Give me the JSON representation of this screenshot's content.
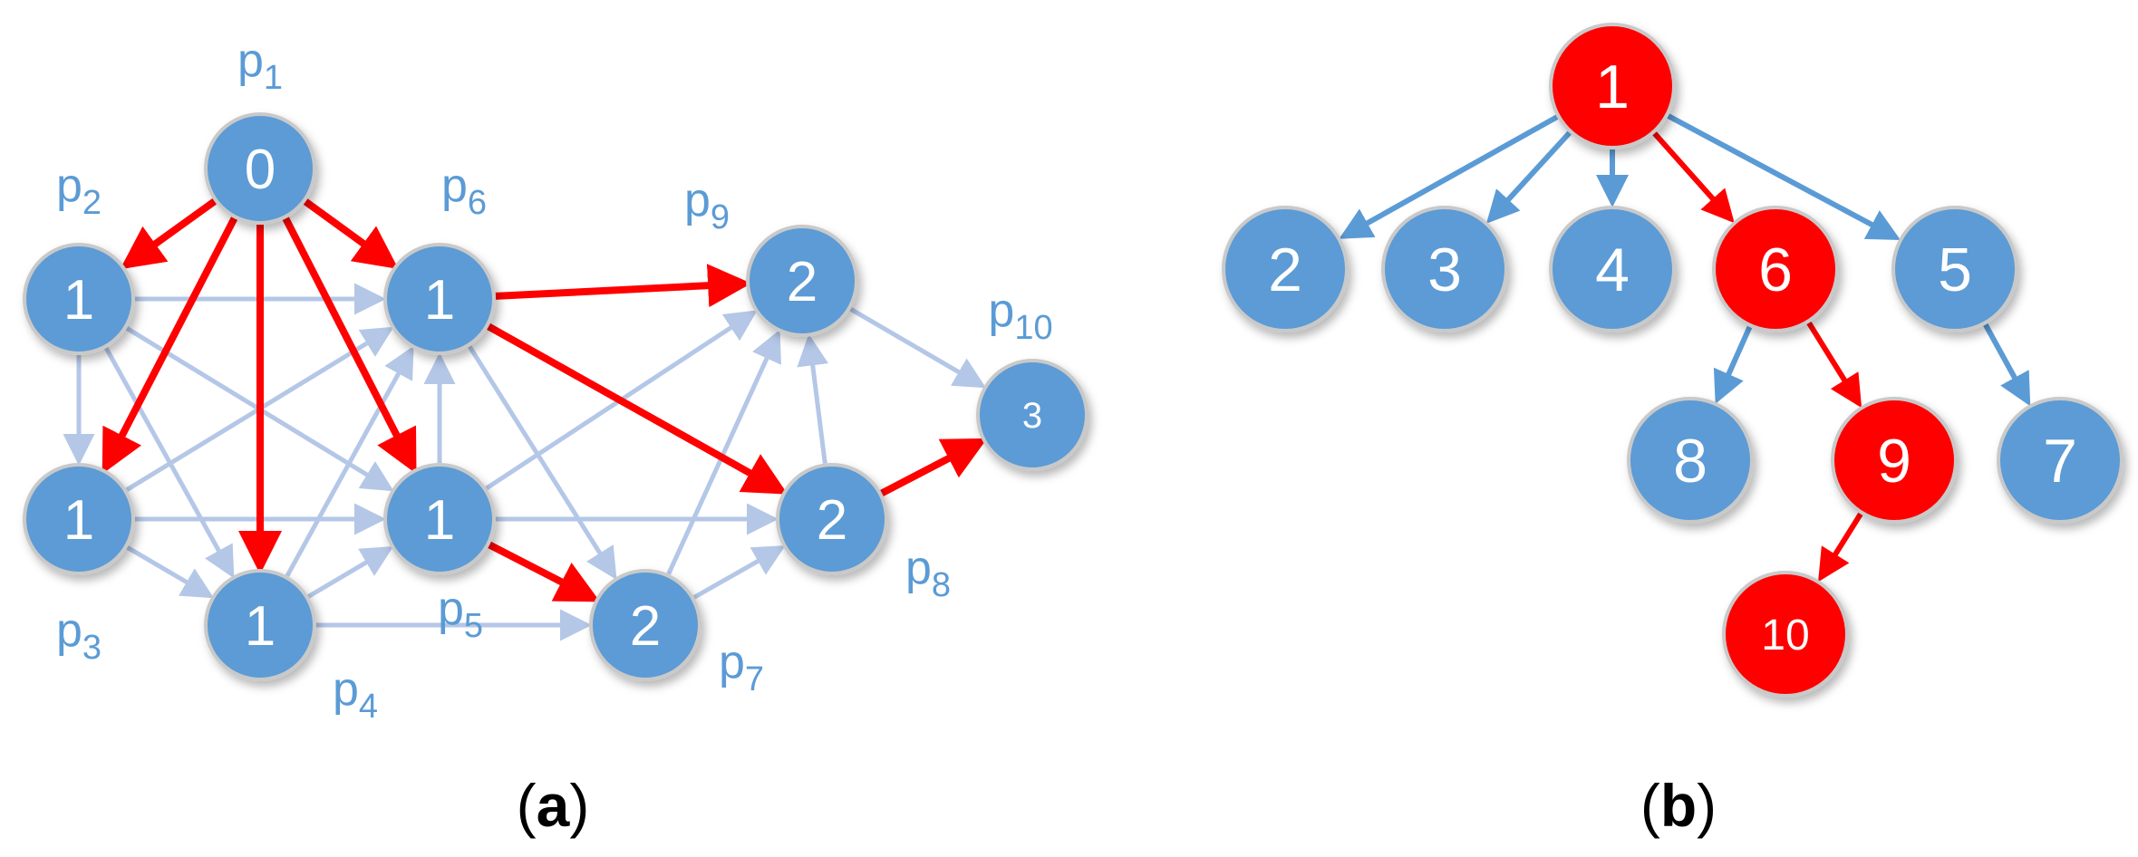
{
  "colors": {
    "node_blue": "#5b9bd5",
    "node_red": "#ff0000",
    "edge_light": "#b4c7e7",
    "edge_red": "#ff0000",
    "edge_blue": "#5b9bd5",
    "label_text": "#5b9bd5",
    "node_stroke": "#c9c9c9"
  },
  "panel_a": {
    "caption_open": "(",
    "caption_letter": "a",
    "caption_close": ")",
    "nodes": [
      {
        "id": "p1",
        "value": "0",
        "label": "p",
        "sub": "1"
      },
      {
        "id": "p2",
        "value": "1",
        "label": "p",
        "sub": "2"
      },
      {
        "id": "p3",
        "value": "1",
        "label": "p",
        "sub": "3"
      },
      {
        "id": "p4",
        "value": "1",
        "label": "p",
        "sub": "4"
      },
      {
        "id": "p5",
        "value": "1",
        "label": "p",
        "sub": "5"
      },
      {
        "id": "p6",
        "value": "1",
        "label": "p",
        "sub": "6"
      },
      {
        "id": "p7",
        "value": "2",
        "label": "p",
        "sub": "7"
      },
      {
        "id": "p8",
        "value": "2",
        "label": "p",
        "sub": "8"
      },
      {
        "id": "p9",
        "value": "2",
        "label": "p",
        "sub": "9"
      },
      {
        "id": "p10",
        "value": "3",
        "label": "p",
        "sub": "10"
      }
    ],
    "edges": [
      {
        "from": "p1",
        "to": "p2",
        "highlight": true
      },
      {
        "from": "p1",
        "to": "p6",
        "highlight": true
      },
      {
        "from": "p1",
        "to": "p3",
        "highlight": true
      },
      {
        "from": "p1",
        "to": "p4",
        "highlight": true
      },
      {
        "from": "p1",
        "to": "p5",
        "highlight": true
      },
      {
        "from": "p6",
        "to": "p9",
        "highlight": true
      },
      {
        "from": "p6",
        "to": "p8",
        "highlight": true
      },
      {
        "from": "p8",
        "to": "p10",
        "highlight": true
      },
      {
        "from": "p5",
        "to": "p7",
        "highlight": true
      },
      {
        "from": "p2",
        "to": "p6",
        "highlight": false
      },
      {
        "from": "p2",
        "to": "p3",
        "highlight": false
      },
      {
        "from": "p2",
        "to": "p4",
        "highlight": false
      },
      {
        "from": "p2",
        "to": "p5",
        "highlight": false
      },
      {
        "from": "p3",
        "to": "p6",
        "highlight": false
      },
      {
        "from": "p3",
        "to": "p5",
        "highlight": false
      },
      {
        "from": "p3",
        "to": "p4",
        "highlight": false
      },
      {
        "from": "p4",
        "to": "p6",
        "highlight": false
      },
      {
        "from": "p4",
        "to": "p5",
        "highlight": false
      },
      {
        "from": "p4",
        "to": "p7",
        "highlight": false
      },
      {
        "from": "p5",
        "to": "p6",
        "highlight": false
      },
      {
        "from": "p5",
        "to": "p9",
        "highlight": false
      },
      {
        "from": "p5",
        "to": "p8",
        "highlight": false
      },
      {
        "from": "p6",
        "to": "p7",
        "highlight": false
      },
      {
        "from": "p7",
        "to": "p9",
        "highlight": false
      },
      {
        "from": "p7",
        "to": "p8",
        "highlight": false
      },
      {
        "from": "p8",
        "to": "p9",
        "highlight": false
      },
      {
        "from": "p9",
        "to": "p10",
        "highlight": false
      }
    ]
  },
  "panel_b": {
    "caption_open": "(",
    "caption_letter": "b",
    "caption_close": ")",
    "nodes": [
      {
        "id": "t1",
        "value": "1",
        "highlight": true
      },
      {
        "id": "t2",
        "value": "2",
        "highlight": false
      },
      {
        "id": "t3",
        "value": "3",
        "highlight": false
      },
      {
        "id": "t4",
        "value": "4",
        "highlight": false
      },
      {
        "id": "t6",
        "value": "6",
        "highlight": true
      },
      {
        "id": "t5",
        "value": "5",
        "highlight": false
      },
      {
        "id": "t8",
        "value": "8",
        "highlight": false
      },
      {
        "id": "t9",
        "value": "9",
        "highlight": true
      },
      {
        "id": "t7",
        "value": "7",
        "highlight": false
      },
      {
        "id": "t10",
        "value": "10",
        "highlight": true
      }
    ],
    "edges": [
      {
        "from": "t1",
        "to": "t2",
        "highlight": false
      },
      {
        "from": "t1",
        "to": "t3",
        "highlight": false
      },
      {
        "from": "t1",
        "to": "t4",
        "highlight": false
      },
      {
        "from": "t1",
        "to": "t6",
        "highlight": true
      },
      {
        "from": "t1",
        "to": "t5",
        "highlight": false
      },
      {
        "from": "t6",
        "to": "t8",
        "highlight": false
      },
      {
        "from": "t6",
        "to": "t9",
        "highlight": true
      },
      {
        "from": "t5",
        "to": "t7",
        "highlight": false
      },
      {
        "from": "t9",
        "to": "t10",
        "highlight": true
      }
    ]
  }
}
